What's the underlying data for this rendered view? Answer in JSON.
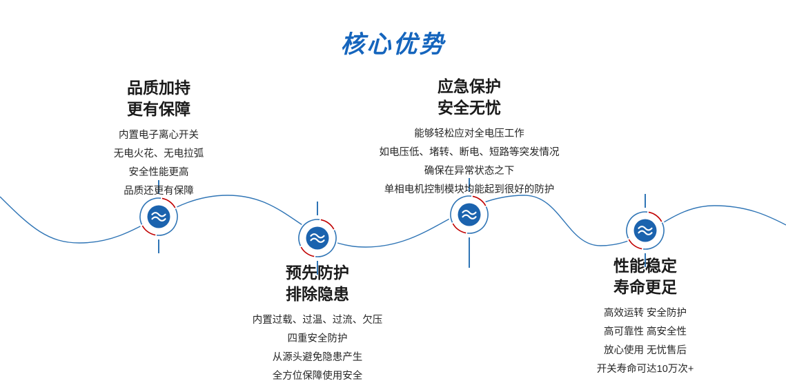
{
  "title": "核心优势",
  "colors": {
    "title_blue": "#1565bd",
    "wave_blue": "#2e74b5",
    "ring_blue": "#2e74b5",
    "ring_red": "#c00000",
    "node_fill_blue": "#1b63ae",
    "heading_text": "#1a1a1a",
    "body_text": "#262626"
  },
  "icon_name": "motor-switch-icon",
  "features": [
    {
      "id": "quality",
      "heading": [
        "品质加持",
        "更有保障"
      ],
      "body": [
        "内置电子离心开关",
        "无电火花、无电拉弧",
        "安全性能更高",
        "品质还更有保障"
      ],
      "text_position": "above-wave"
    },
    {
      "id": "prevention",
      "heading": [
        "预先防护",
        "排除隐患"
      ],
      "body": [
        "内置过载、过温、过流、欠压",
        "四重安全防护",
        "从源头避免隐患产生",
        "全方位保障使用安全"
      ],
      "text_position": "below-wave"
    },
    {
      "id": "emergency",
      "heading": [
        "应急保护",
        "安全无忧"
      ],
      "body": [
        "能够轻松应对全电压工作",
        "如电压低、堵转、断电、短路等突发情况",
        "确保在异常状态之下",
        "单相电机控制模块均能起到很好的防护"
      ],
      "text_position": "above-wave"
    },
    {
      "id": "stability",
      "heading": [
        "性能稳定",
        "寿命更足"
      ],
      "body": [
        "高效运转 安全防护",
        "高可靠性 高安全性",
        "放心使用 无忧售后",
        "开关寿命可达10万次+"
      ],
      "text_position": "below-wave"
    }
  ]
}
